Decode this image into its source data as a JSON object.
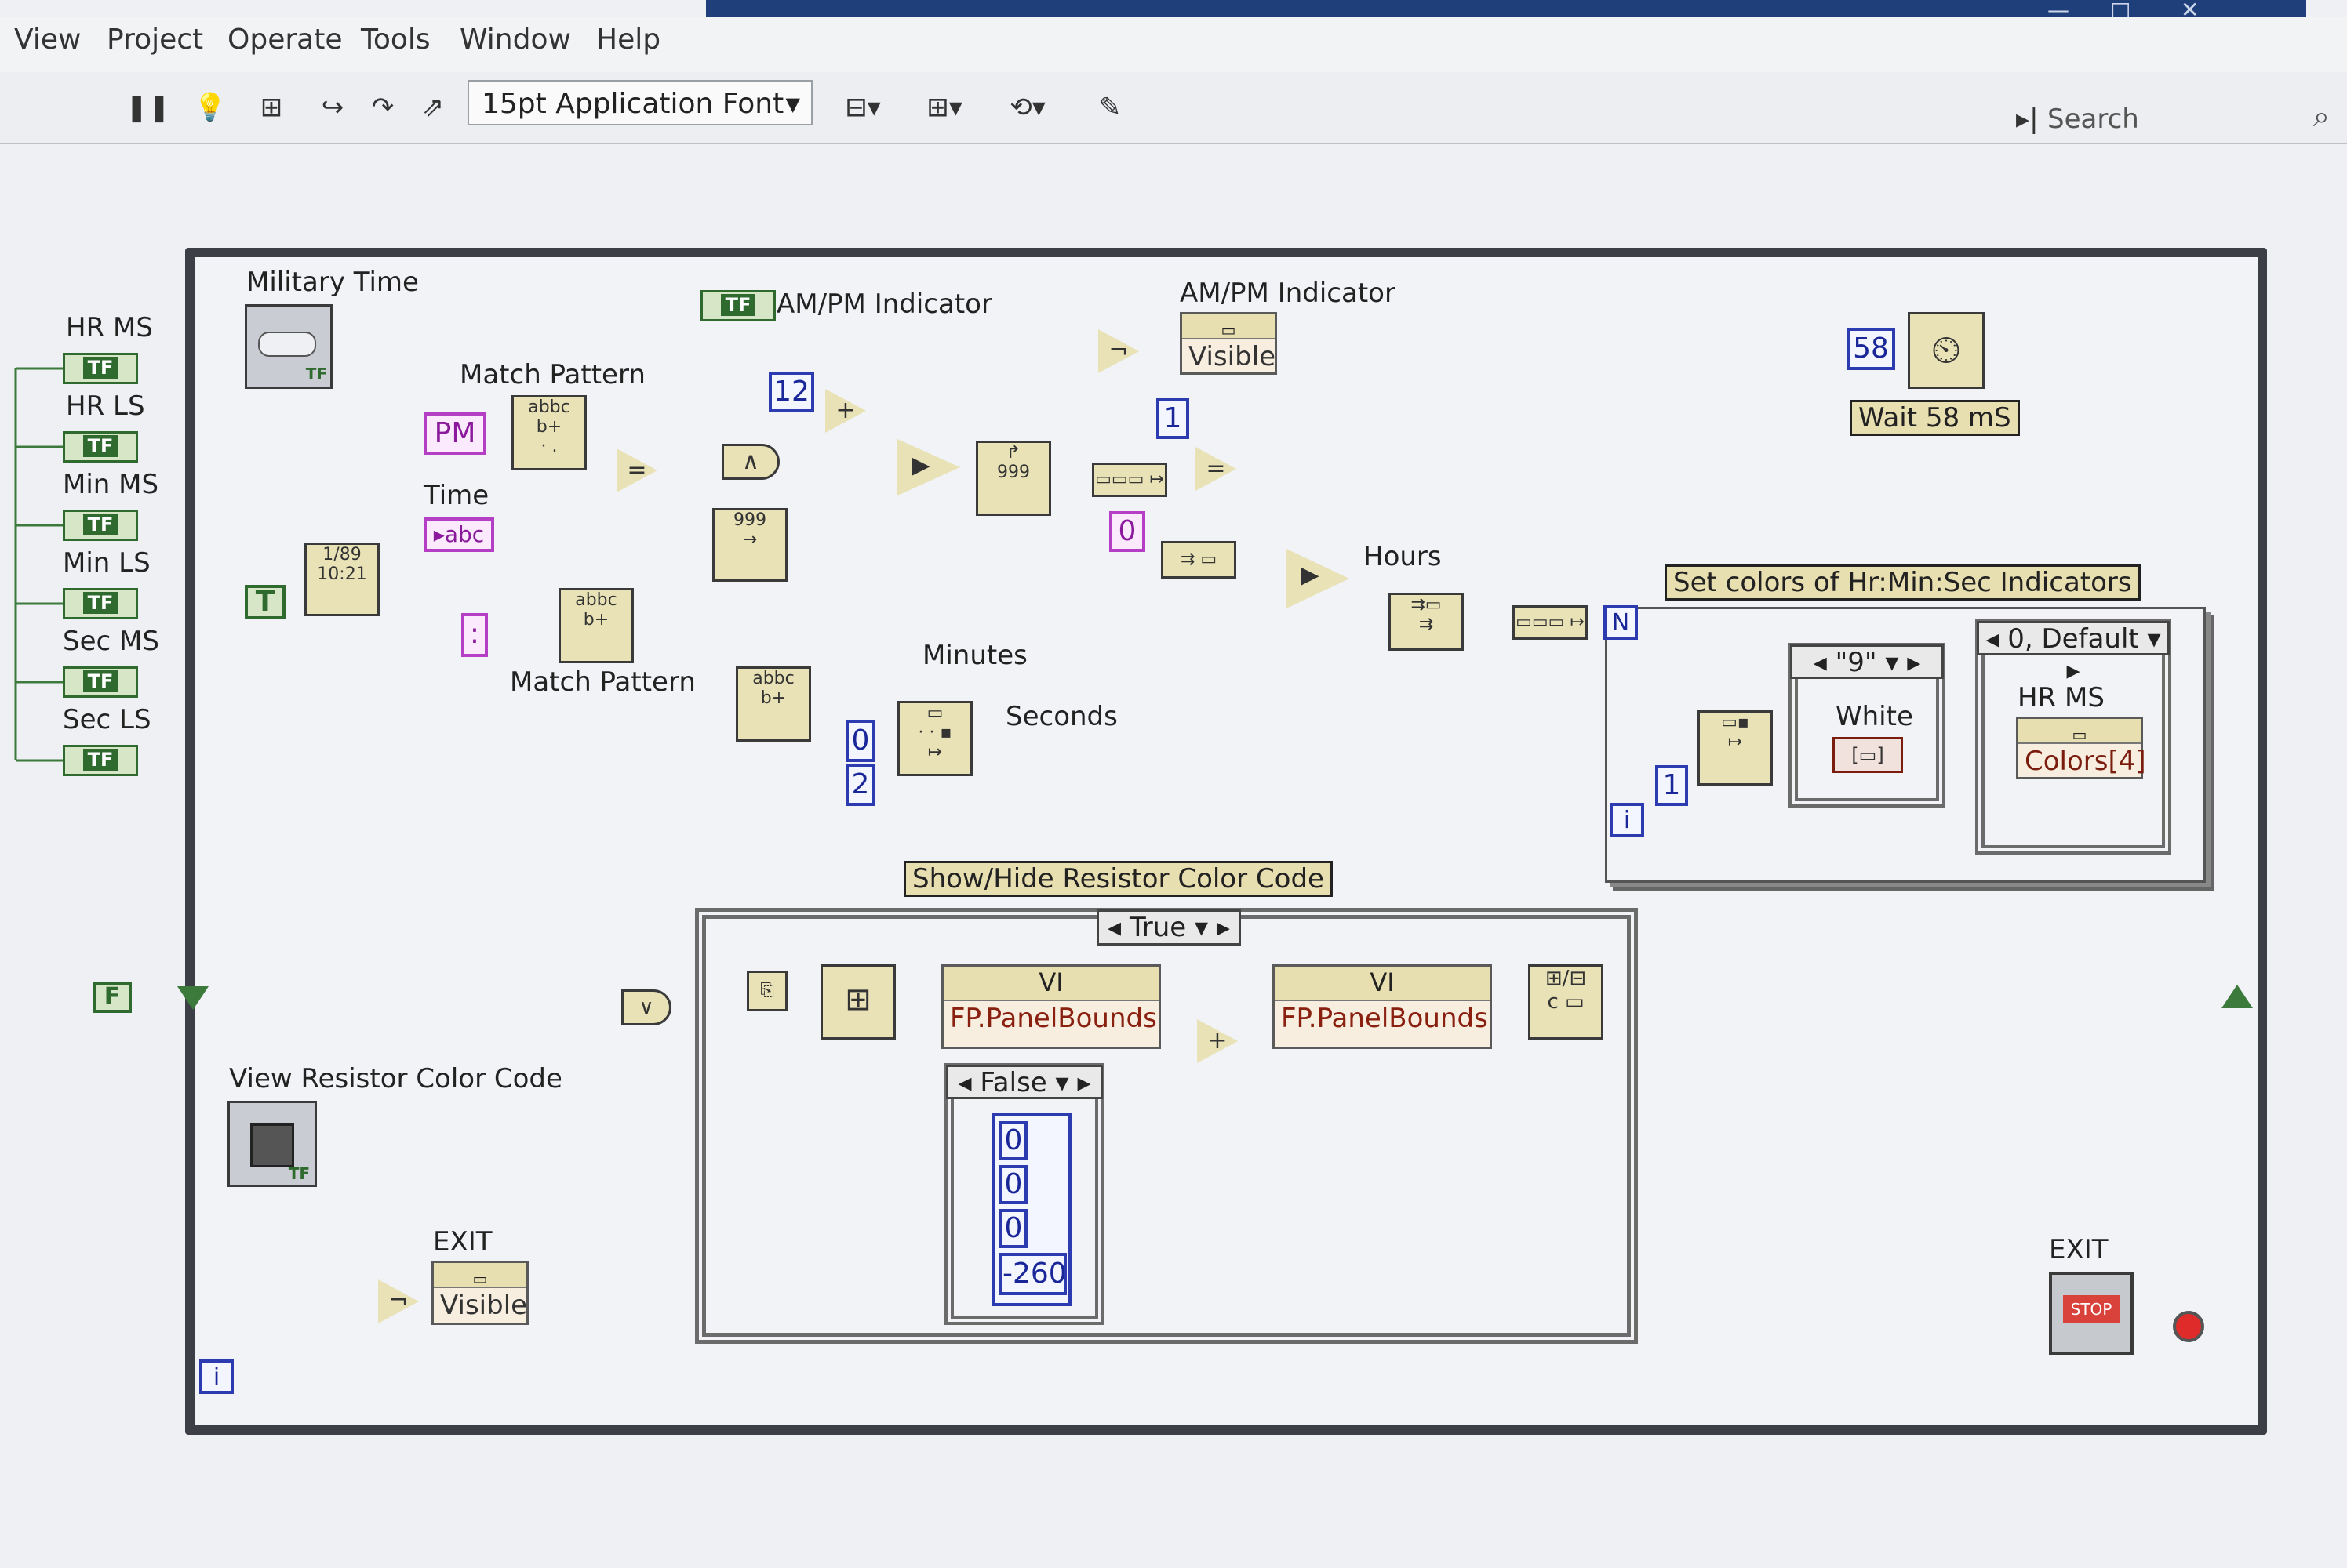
{
  "window": {
    "controls": [
      "—",
      "□",
      "✕"
    ]
  },
  "menu": [
    "View",
    "Project",
    "Operate",
    "Tools",
    "Window",
    "Help"
  ],
  "toolbar": {
    "font_label": "15pt Application Font",
    "search_placeholder": "Search"
  },
  "terminals_left": [
    "HR MS",
    "HR LS",
    "Min MS",
    "Min LS",
    "Sec MS",
    "Sec LS"
  ],
  "tf_text": "TF",
  "labels": {
    "military_time": "Military Time",
    "am_pm_indicator_1": "AM/PM Indicator",
    "am_pm_indicator_2": "AM/PM Indicator",
    "match_pattern_1": "Match Pattern",
    "match_pattern_2": "Match Pattern",
    "time": "Time",
    "minutes": "Minutes",
    "seconds": "Seconds",
    "hours": "Hours",
    "view_resistor": "View Resistor Color Code",
    "exit_1": "EXIT",
    "exit_2": "EXIT",
    "white": "White",
    "hr_ms": "HR MS"
  },
  "constants": {
    "pm": "PM",
    "twelve": "12",
    "one_a": "1",
    "zero_a": "0",
    "zero_b": "0",
    "two": "2",
    "wait_ms": "58",
    "one_b": "1",
    "t_const": "T",
    "f_const": "F",
    "colon": ":",
    "abc": "abc",
    "n_term": "N",
    "i_term": "i",
    "array_vals": [
      "0",
      "0",
      "0",
      "-260"
    ]
  },
  "property_nodes": {
    "visible": "Visible",
    "colors": "Colors[4]",
    "vi": "VI",
    "panelbounds": "FP.PanelBounds"
  },
  "structures": {
    "wait_label": "Wait 58 mS",
    "set_colors": "Set colors of Hr:Min:Sec Indicators",
    "show_hide": "Show/Hide Resistor Color Code",
    "case_true": "True",
    "case_false": "False",
    "case_nine": "\"9\"",
    "case_default": "0, Default"
  },
  "stop_text": "STOP",
  "colors": {
    "pink_wire": "#b53fc4",
    "blue_wire": "#2d3bb0",
    "green_wire": "#3c7a3c",
    "brown_wire": "#7a1d0e"
  }
}
